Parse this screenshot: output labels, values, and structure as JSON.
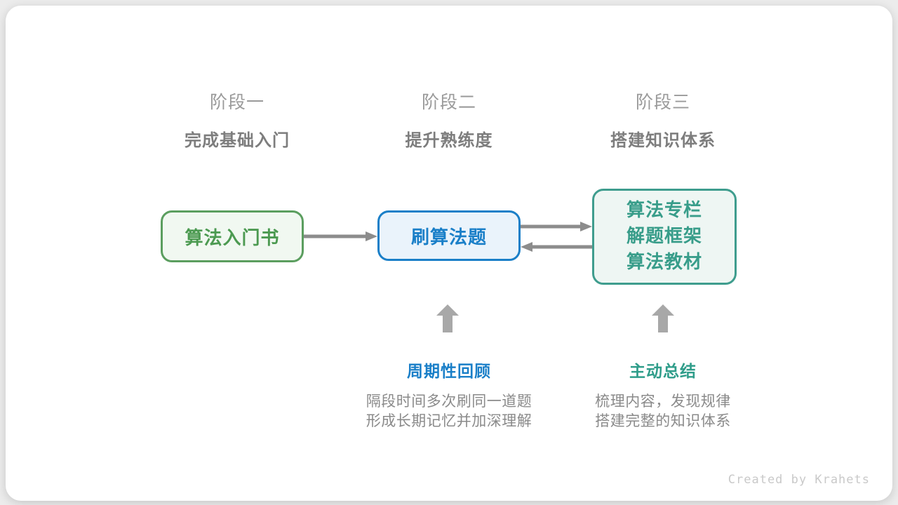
{
  "page": {
    "background_color": "#ececec",
    "card_color": "#ffffff"
  },
  "stages": [
    {
      "label": "阶段一",
      "subtitle": "完成基础入门"
    },
    {
      "label": "阶段二",
      "subtitle": "提升熟练度"
    },
    {
      "label": "阶段三",
      "subtitle": "搭建知识体系"
    }
  ],
  "boxes": [
    {
      "lines": [
        "算法入门书"
      ],
      "border_color": "#5b9e5f",
      "text_color": "#4c9a51",
      "background_color": "#f1f8f1"
    },
    {
      "lines": [
        "刷算法题"
      ],
      "border_color": "#1a7fc8",
      "text_color": "#1a7fc8",
      "background_color": "#eaf3fb"
    },
    {
      "lines": [
        "算法专栏",
        "解题框架",
        "算法教材"
      ],
      "border_color": "#3f9d8e",
      "text_color": "#389d8a",
      "background_color": "#eef6f3"
    }
  ],
  "arrows": {
    "connector_color": "#8c8c8c",
    "up_arrow_color": "#a8a8a8",
    "items": [
      "arrow-stage1-to-stage2",
      "arrow-stage2-to-stage3",
      "arrow-stage3-to-stage2",
      "up-arrow-to-stage2-box",
      "up-arrow-to-stage3-box"
    ]
  },
  "annotations": [
    {
      "title": "周期性回顾",
      "title_color": "#1a7fc8",
      "line1": "隔段时间多次刷同一道题",
      "line2": "形成长期记忆并加深理解"
    },
    {
      "title": "主动总结",
      "title_color": "#2f9d8a",
      "line1": "梳理内容，发现规律",
      "line2": "搭建完整的知识体系"
    }
  ],
  "footer": {
    "credit": "Created by Krahets"
  }
}
